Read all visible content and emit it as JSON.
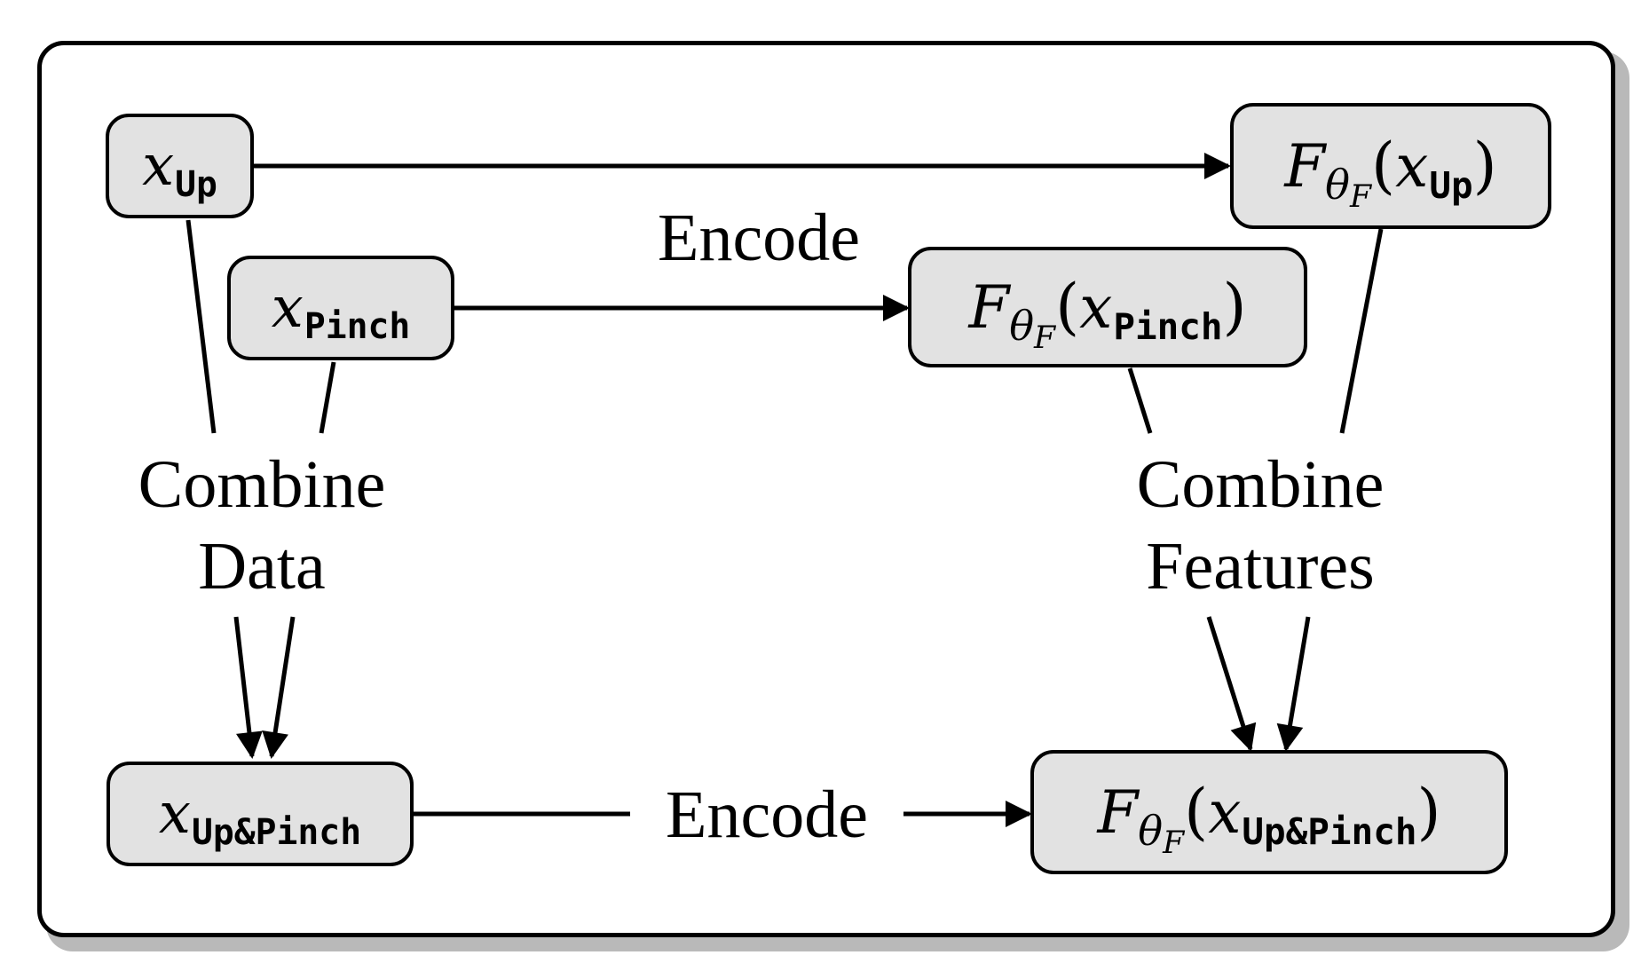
{
  "nodes": {
    "x_up": {
      "var": "x",
      "sub": "Up"
    },
    "x_pinch": {
      "var": "x",
      "sub": "Pinch"
    },
    "x_uppinch": {
      "var": "x",
      "sub": "Up&Pinch"
    },
    "f_up": {
      "func": "F",
      "param": "θ",
      "param_sub": "F",
      "open": "(",
      "var": "x",
      "sub": "Up",
      "close": ")"
    },
    "f_pinch": {
      "func": "F",
      "param": "θ",
      "param_sub": "F",
      "open": "(",
      "var": "x",
      "sub": "Pinch",
      "close": ")"
    },
    "f_uppinch": {
      "func": "F",
      "param": "θ",
      "param_sub": "F",
      "open": "(",
      "var": "x",
      "sub": "Up&Pinch",
      "close": ")"
    }
  },
  "labels": {
    "encode_top": "Encode",
    "encode_bottom": "Encode",
    "combine_data_line1": "Combine",
    "combine_data_line2": "Data",
    "combine_features_line1": "Combine",
    "combine_features_line2": "Features"
  },
  "colors": {
    "node_fill": "#e2e2e2",
    "stroke": "#000000",
    "shadow": "#b9b9b9"
  }
}
